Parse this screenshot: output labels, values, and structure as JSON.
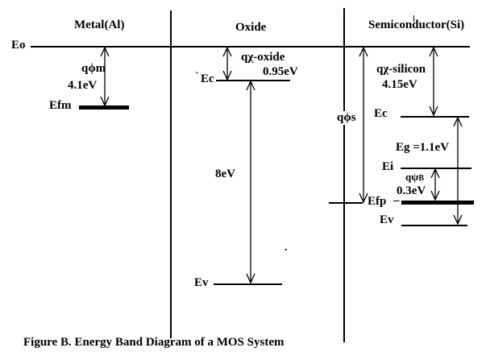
{
  "colors": {
    "ink": "#000000",
    "background": "#ffffff"
  },
  "vacuum_level": {
    "label": "Eo"
  },
  "regions": {
    "metal": {
      "title": "Metal(Al)",
      "work_function": {
        "symbol": "qϕm",
        "value": "4.1eV"
      },
      "fermi_level": {
        "label": "Efm"
      }
    },
    "oxide": {
      "title": "Oxide",
      "electron_affinity": {
        "symbol": "qχ-oxide",
        "value": "0.95eV"
      },
      "conduction_band": {
        "label": "Ec"
      },
      "band_gap": {
        "value": "8eV"
      },
      "valence_band": {
        "label": "Ev"
      }
    },
    "semiconductor": {
      "title": "Semiconductor(Si)",
      "work_function": {
        "symbol": "qϕs"
      },
      "electron_affinity": {
        "symbol": "qχ-silicon",
        "value": "4.15eV"
      },
      "conduction_band": {
        "label": "Ec"
      },
      "band_gap": {
        "text": "Eg =1.1eV"
      },
      "intrinsic_level": {
        "label": "Ei"
      },
      "bulk_potential": {
        "symbol": "qψ",
        "subscript": "B",
        "value": "0.3eV"
      },
      "fermi_level": {
        "label": "Efp",
        "dash": "–"
      },
      "valence_band": {
        "label": "Ev"
      }
    }
  },
  "caption": "Figure B. Energy Band Diagram of a MOS System",
  "stray_marks": {
    "accent": "`",
    "dot": "."
  }
}
